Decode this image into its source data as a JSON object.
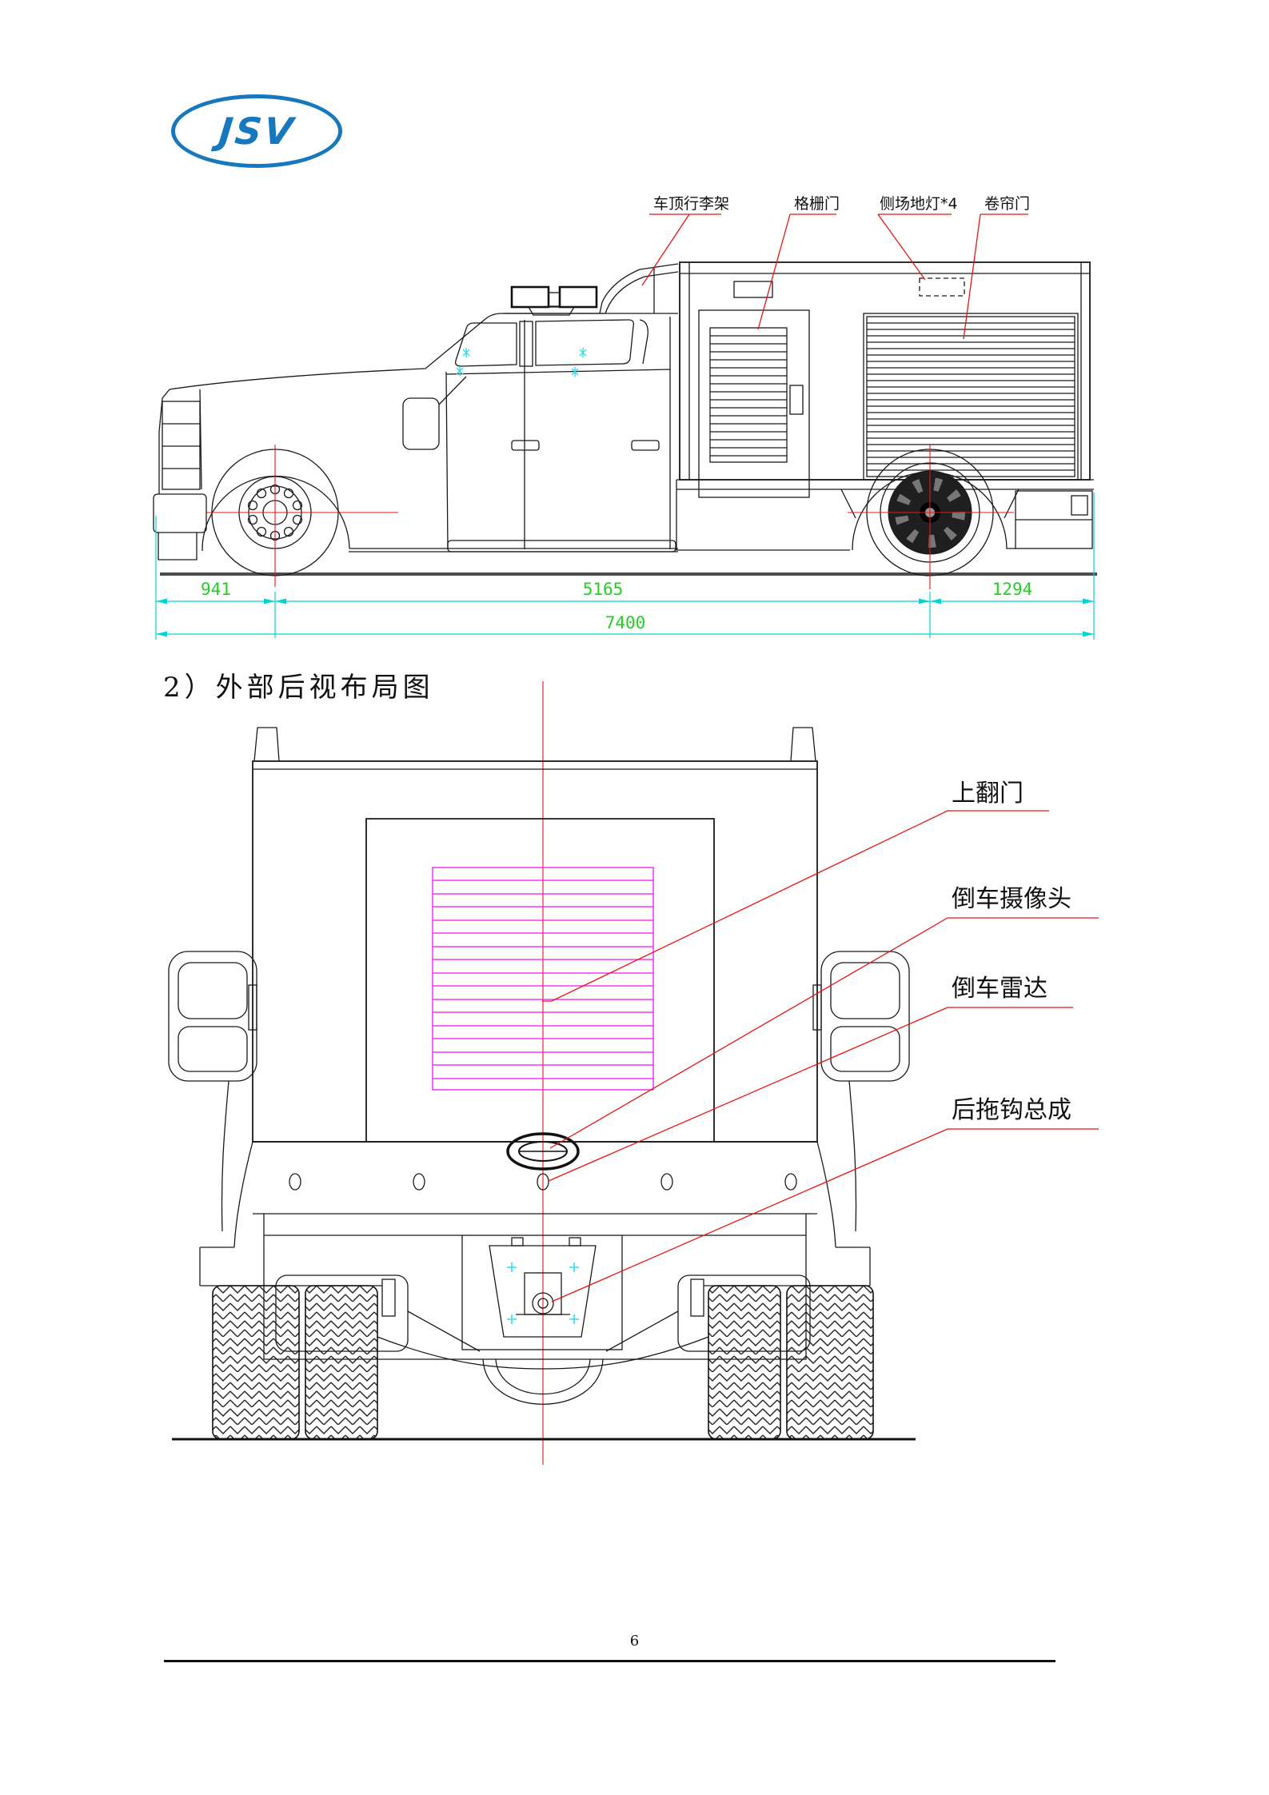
{
  "logo": {
    "text": "JSV",
    "color": "#1878be"
  },
  "side_view": {
    "labels": {
      "roof_rack": "车顶行李架",
      "grille_door": "格栅门",
      "side_light": "侧场地灯*4",
      "roller_door": "卷帘门"
    },
    "dimensions": {
      "front_overhang": "941",
      "wheelbase": "5165",
      "rear_overhang": "1294",
      "total_length": "7400"
    }
  },
  "heading": {
    "text": "2）外部后视布局图"
  },
  "rear_view": {
    "labels": {
      "flip_door": "上翻门",
      "reverse_camera": "倒车摄像头",
      "reverse_radar": "倒车雷达",
      "tow_hook": "后拖钩总成"
    }
  },
  "footer": {
    "page_number": "6"
  },
  "colors": {
    "logo_blue": "#1878be",
    "leader_red": "#e81414",
    "dimension_cyan": "#00d6d6",
    "dimension_green": "#21d121",
    "louver_magenta": "#f013f0",
    "line_black": "#1a1a1a"
  }
}
